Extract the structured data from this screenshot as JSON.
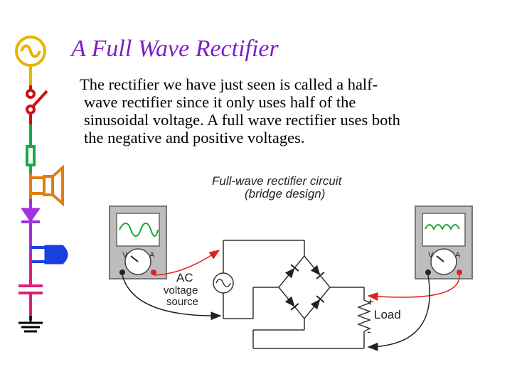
{
  "slide": {
    "title": "A Full Wave Rectifier",
    "paragraph_lines": [
      "The rectifier we have just seen is called a half-",
      "wave rectifier since it only uses half of the",
      "sinusoidal voltage.  A full wave rectifier uses both",
      "the negative and positive voltages."
    ]
  },
  "diagram": {
    "title_line1": "Full-wave rectifier circuit",
    "title_line2": "(bridge design)",
    "source_label": [
      "AC",
      "voltage",
      "source"
    ],
    "load_label": "Load",
    "plus_sign": "+",
    "minus_sign": "-",
    "meter_left": {
      "v": "V",
      "a": "A"
    },
    "meter_right": {
      "v": "V",
      "a": "A"
    }
  },
  "colors": {
    "title": "#7a1fc2",
    "strip_gold": "#e8b400",
    "strip_red": "#d01010",
    "strip_green": "#1aa84a",
    "strip_orange": "#e27d10",
    "strip_purple": "#a030e0",
    "strip_blue": "#1a3fe0",
    "strip_magenta": "#e0207a",
    "probe_red": "#e02020",
    "scope_wave": "#17a83a"
  },
  "icons": [
    "ac-source-icon",
    "switch-icon",
    "fuse-icon",
    "speaker-icon",
    "diode-icon",
    "lamp-icon",
    "capacitor-icon",
    "ground-icon"
  ]
}
